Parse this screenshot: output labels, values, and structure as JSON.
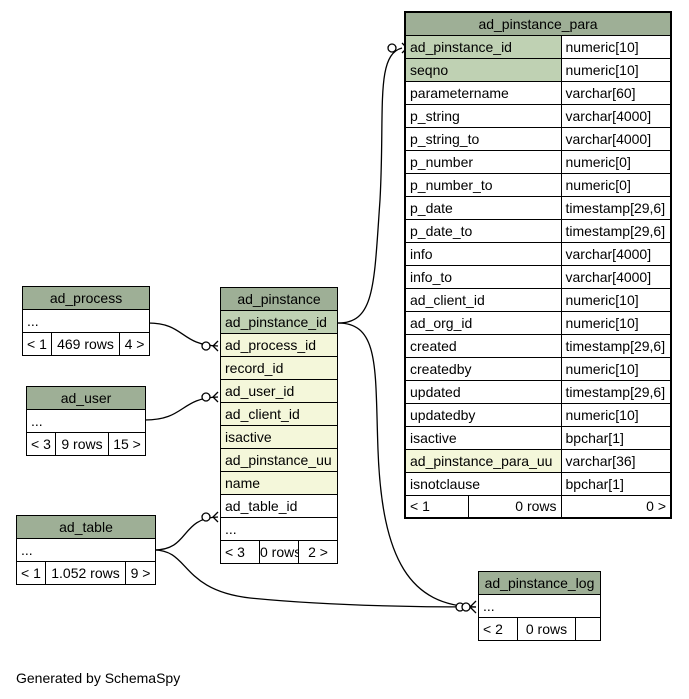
{
  "tables": {
    "ad_pinstance_para": {
      "name": "ad_pinstance_para",
      "columns": [
        {
          "name": "ad_pinstance_id",
          "type": "numeric[10]",
          "kind": "pk"
        },
        {
          "name": "seqno",
          "type": "numeric[10]",
          "kind": "pk"
        },
        {
          "name": "parametername",
          "type": "varchar[60]",
          "kind": ""
        },
        {
          "name": "p_string",
          "type": "varchar[4000]",
          "kind": ""
        },
        {
          "name": "p_string_to",
          "type": "varchar[4000]",
          "kind": ""
        },
        {
          "name": "p_number",
          "type": "numeric[0]",
          "kind": ""
        },
        {
          "name": "p_number_to",
          "type": "numeric[0]",
          "kind": ""
        },
        {
          "name": "p_date",
          "type": "timestamp[29,6]",
          "kind": ""
        },
        {
          "name": "p_date_to",
          "type": "timestamp[29,6]",
          "kind": ""
        },
        {
          "name": "info",
          "type": "varchar[4000]",
          "kind": ""
        },
        {
          "name": "info_to",
          "type": "varchar[4000]",
          "kind": ""
        },
        {
          "name": "ad_client_id",
          "type": "numeric[10]",
          "kind": ""
        },
        {
          "name": "ad_org_id",
          "type": "numeric[10]",
          "kind": ""
        },
        {
          "name": "created",
          "type": "timestamp[29,6]",
          "kind": ""
        },
        {
          "name": "createdby",
          "type": "numeric[10]",
          "kind": ""
        },
        {
          "name": "updated",
          "type": "timestamp[29,6]",
          "kind": ""
        },
        {
          "name": "updatedby",
          "type": "numeric[10]",
          "kind": ""
        },
        {
          "name": "isactive",
          "type": "bpchar[1]",
          "kind": ""
        },
        {
          "name": "ad_pinstance_para_uu",
          "type": "varchar[36]",
          "kind": "fk"
        },
        {
          "name": "isnotclause",
          "type": "bpchar[1]",
          "kind": ""
        }
      ],
      "footer": [
        "< 1",
        "0 rows",
        "0 >"
      ]
    },
    "ad_pinstance": {
      "name": "ad_pinstance",
      "columns": [
        {
          "name": "ad_pinstance_id",
          "kind": "pk"
        },
        {
          "name": "ad_process_id",
          "kind": "fk"
        },
        {
          "name": "record_id",
          "kind": "fk"
        },
        {
          "name": "ad_user_id",
          "kind": "fk"
        },
        {
          "name": "ad_client_id",
          "kind": "fk"
        },
        {
          "name": "isactive",
          "kind": "fk"
        },
        {
          "name": "ad_pinstance_uu",
          "kind": "fk"
        },
        {
          "name": "name",
          "kind": "fk"
        },
        {
          "name": "ad_table_id",
          "kind": ""
        },
        {
          "name": "...",
          "kind": ""
        }
      ],
      "footer": [
        "< 3",
        "0 rows",
        "2 >"
      ]
    },
    "ad_process": {
      "name": "ad_process",
      "ellipsis": "...",
      "footer": [
        "< 1",
        "469 rows",
        "4 >"
      ]
    },
    "ad_user": {
      "name": "ad_user",
      "ellipsis": "...",
      "footer": [
        "< 3",
        "9 rows",
        "15 >"
      ]
    },
    "ad_table": {
      "name": "ad_table",
      "ellipsis": "...",
      "footer": [
        "< 1",
        "1.052 rows",
        "9 >"
      ]
    },
    "ad_pinstance_log": {
      "name": "ad_pinstance_log",
      "ellipsis": "...",
      "footer": [
        "< 2",
        "0 rows",
        ""
      ]
    }
  },
  "footer_text": "Generated by SchemaSpy"
}
